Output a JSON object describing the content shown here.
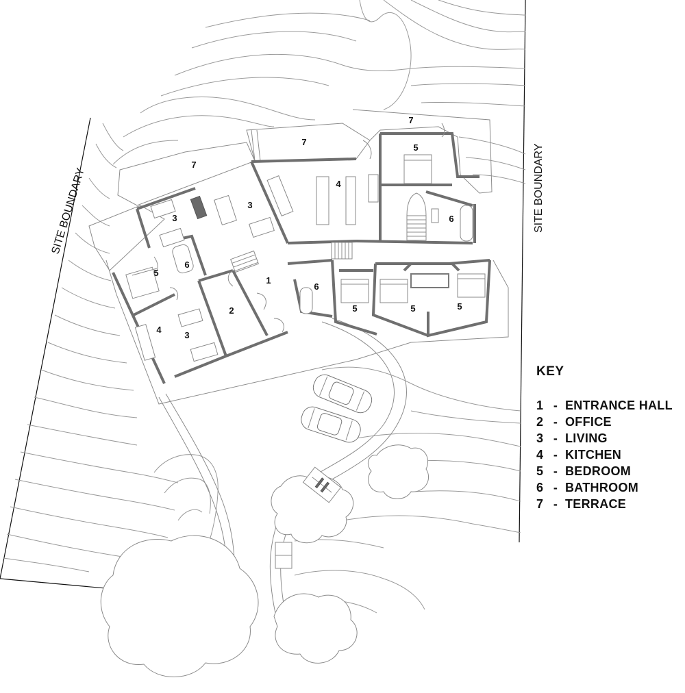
{
  "boundary_labels": {
    "left": "SITE BOUNDARY",
    "right": "SITE BOUNDARY"
  },
  "key": {
    "title": "KEY",
    "items": [
      {
        "num": "1",
        "label": "ENTRANCE HALL"
      },
      {
        "num": "2",
        "label": "OFFICE"
      },
      {
        "num": "3",
        "label": "LIVING"
      },
      {
        "num": "4",
        "label": "KITCHEN"
      },
      {
        "num": "5",
        "label": "BEDROOM"
      },
      {
        "num": "6",
        "label": "BATHROOM"
      },
      {
        "num": "7",
        "label": "TERRACE"
      }
    ]
  },
  "room_numbers": {
    "terrace_west": "7",
    "terrace_mid": "7",
    "terrace_east": "7",
    "bedroom_north": "5",
    "kitchen_main": "4",
    "living_west": "3",
    "living_main": "3",
    "bathroom_east": "6",
    "bedroom_west": "5",
    "bathroom_west": "6",
    "entrance": "1",
    "bathroom_central": "6",
    "bedroom_1": "5",
    "bedroom_2": "5",
    "bedroom_3": "5",
    "office": "2",
    "kitchen_south": "4",
    "living_south": "3"
  }
}
